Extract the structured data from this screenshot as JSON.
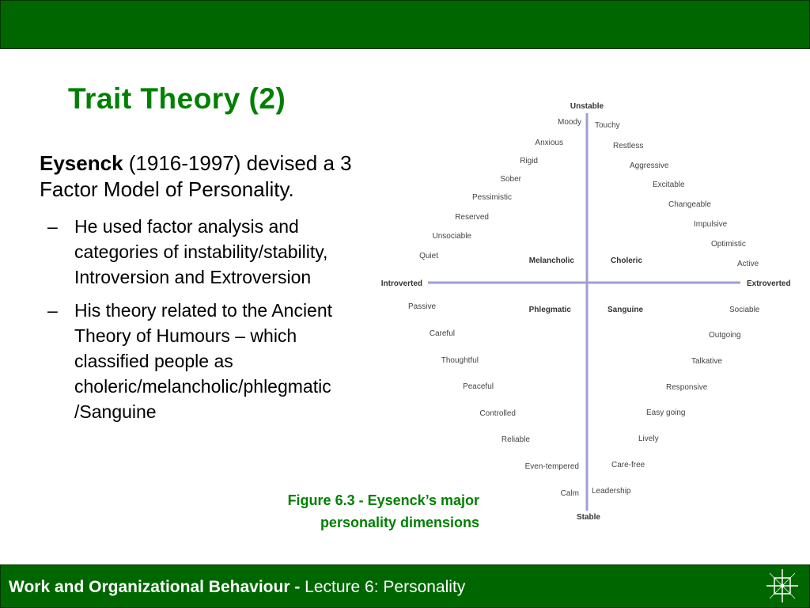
{
  "slide": {
    "title": "Trait Theory (2)",
    "lead_name": "Eysenck",
    "lead_text": " (1916-1997) devised a 3 Factor Model of Personality.",
    "bullets": [
      "He used factor analysis and categories of instability/stability, Introversion and Extroversion",
      "His theory related to the Ancient Theory of Humours – which classified people as choleric/melancholic/phlegmatic /Sanguine"
    ],
    "caption_line1": "Figure 6.3 - Eysenck’s major",
    "caption_line2": "personality dimensions",
    "footer_course": "Work and Organizational Behaviour - ",
    "footer_lecture": "Lecture 6: Personality"
  },
  "diagram": {
    "axis_color": "#9f9fd4",
    "axes": {
      "top": "Unstable",
      "bottom": "Stable",
      "left": "Introverted",
      "right": "Extroverted"
    },
    "quadrants": {
      "upper_left": "Melancholic",
      "upper_right": "Choleric",
      "lower_left": "Phlegmatic",
      "lower_right": "Sanguine"
    },
    "traits": {
      "upper_left": [
        "Moody",
        "Anxious",
        "Rigid",
        "Sober",
        "Pessimistic",
        "Reserved",
        "Unsociable",
        "Quiet"
      ],
      "upper_right": [
        "Touchy",
        "Restless",
        "Aggressive",
        "Excitable",
        "Changeable",
        "Impulsive",
        "Optimistic",
        "Active"
      ],
      "lower_left": [
        "Passive",
        "Careful",
        "Thoughtful",
        "Peaceful",
        "Controlled",
        "Reliable",
        "Even-tempered",
        "Calm"
      ],
      "lower_right": [
        "Sociable",
        "Outgoing",
        "Talkative",
        "Responsive",
        "Easy going",
        "Lively",
        "Care-free",
        "Leadership"
      ]
    }
  },
  "colors": {
    "bar": "#006600",
    "title": "#008000",
    "caption": "#008000"
  },
  "logo": "compass-star-icon"
}
